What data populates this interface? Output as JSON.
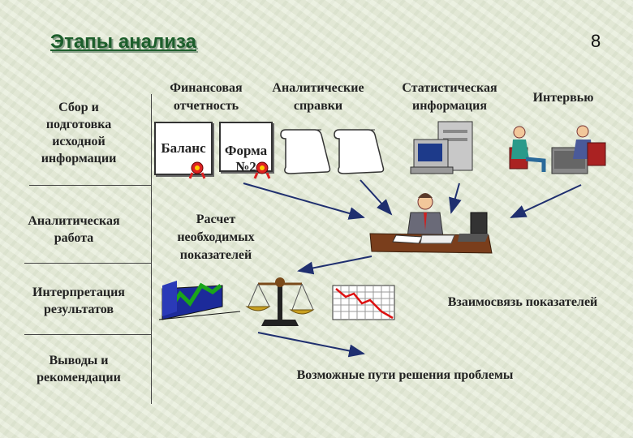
{
  "title": "Этапы анализа",
  "page_number": "8",
  "stages": [
    {
      "label": "Сбор и\nподготовка\nисходной\nинформации"
    },
    {
      "label": "Аналитическая\nработа"
    },
    {
      "label": "Интерпретация\nрезультатов"
    },
    {
      "label": "Выводы и\nрекомендации"
    }
  ],
  "sources": {
    "financial": "Финансовая\nотчетность",
    "analytical": "Аналитические\nсправки",
    "statistical": "Статистическая\nинформация",
    "interview": "Интервью"
  },
  "documents": {
    "balance": "Баланс",
    "form": "Форма\n№2"
  },
  "calc_label": "Расчет\nнеобходимых\nпоказателей",
  "relation_label": "Взаимосвязь показателей",
  "solutions_label": "Возможные пути решения проблемы",
  "colors": {
    "title": "#1c5e2b",
    "arrow": "#1f2f6f",
    "background": "#e6ecd9"
  }
}
